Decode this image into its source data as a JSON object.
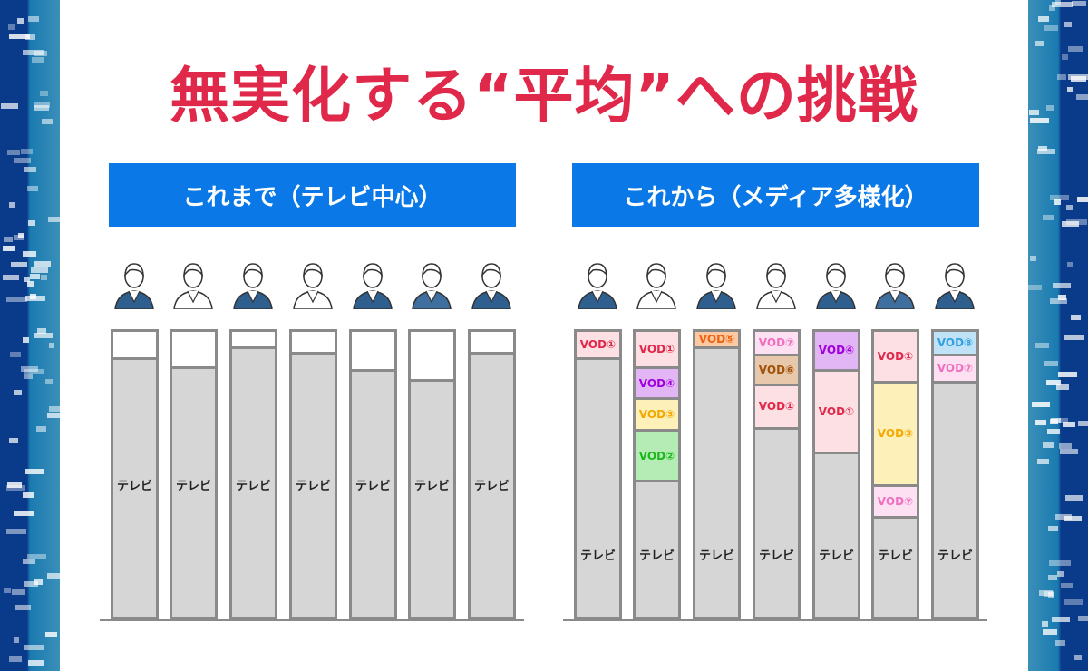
{
  "title": "無実化する“平均”への挑戦",
  "before": {
    "header": "これまで（テレビ中心）",
    "tv_label": "テレビ",
    "bars": [
      {
        "white": 10,
        "tv": 90
      },
      {
        "white": 13,
        "tv": 87
      },
      {
        "white": 6,
        "tv": 94
      },
      {
        "white": 8,
        "tv": 92
      },
      {
        "white": 14,
        "tv": 86
      },
      {
        "white": 17.5,
        "tv": 82.5
      },
      {
        "white": 8,
        "tv": 92
      }
    ]
  },
  "after": {
    "header": "これから（メディア多様化）",
    "tv_label": "テレビ",
    "bars": [
      {
        "segments": [
          {
            "label": "VOD①",
            "value": 10
          }
        ],
        "tv": 90
      },
      {
        "segments": [
          {
            "label": "VOD①",
            "value": 13
          },
          {
            "label": "VOD④",
            "value": 11
          },
          {
            "label": "VOD③",
            "value": 11
          },
          {
            "label": "VOD②",
            "value": 18
          }
        ],
        "tv": 47
      },
      {
        "segments": [
          {
            "label": "VOD⑤",
            "value": 6
          }
        ],
        "tv": 94
      },
      {
        "segments": [
          {
            "label": "VOD⑦",
            "value": 8.5
          },
          {
            "label": "VOD⑥",
            "value": 10.5
          },
          {
            "label": "VOD①",
            "value": 15.5
          }
        ],
        "tv": 65.5
      },
      {
        "segments": [
          {
            "label": "VOD④",
            "value": 14
          },
          {
            "label": "VOD①",
            "value": 29
          }
        ],
        "tv": 57
      },
      {
        "segments": [
          {
            "label": "VOD①",
            "value": 18
          },
          {
            "label": "VOD③",
            "value": 36.5
          },
          {
            "label": "VOD⑦",
            "value": 11
          }
        ],
        "tv": 34.5
      },
      {
        "segments": [
          {
            "label": "VOD⑧",
            "value": 8.5
          },
          {
            "label": "VOD⑦",
            "value": 9.5
          }
        ],
        "tv": 82
      }
    ]
  },
  "colors": {
    "VOD①": [
      "#fde0e4",
      "#e0284a"
    ],
    "VOD②": [
      "#b5ecb5",
      "#1cb81c"
    ],
    "VOD③": [
      "#fdf0b8",
      "#f5a800"
    ],
    "VOD④": [
      "#e2b6f5",
      "#a000e0"
    ],
    "VOD⑤": [
      "#fcc9a0",
      "#f06010"
    ],
    "VOD⑥": [
      "#e8c8ab",
      "#a0520a"
    ],
    "VOD⑦": [
      "#fde0f2",
      "#f070c0"
    ],
    "VOD⑧": [
      "#bfe2f7",
      "#30a0e0"
    ]
  }
}
